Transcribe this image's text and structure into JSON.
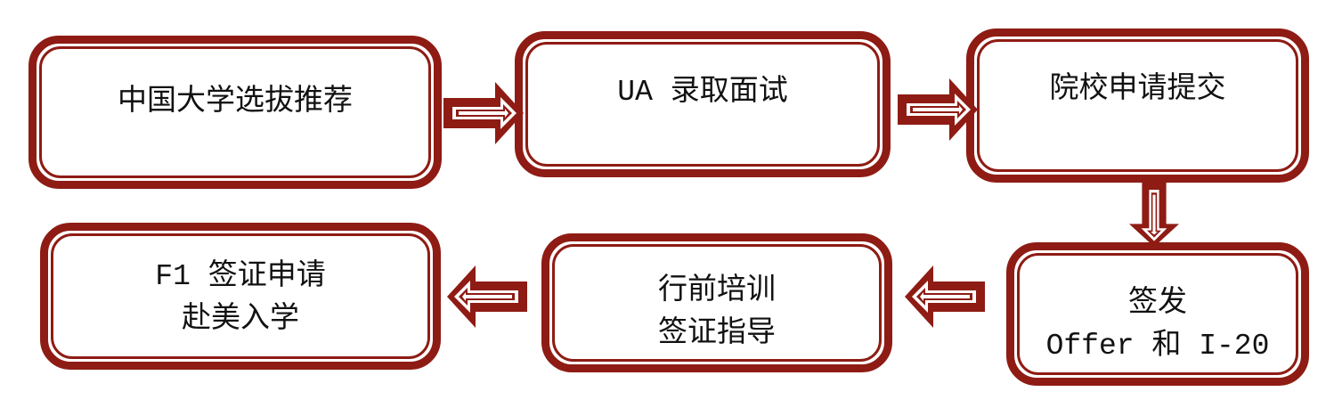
{
  "steps": [
    {
      "lines": [
        "中国大学选拔推荐"
      ]
    },
    {
      "lines": [
        "UA 录取面试"
      ]
    },
    {
      "lines": [
        "院校申请提交"
      ]
    },
    {
      "lines": [
        "签发",
        "Offer 和 I-20"
      ]
    },
    {
      "lines": [
        "行前培训",
        "签证指导"
      ]
    },
    {
      "lines": [
        "F1 签证申请",
        "赴美入学"
      ]
    }
  ],
  "colors": {
    "accent": "#8e1c14"
  }
}
